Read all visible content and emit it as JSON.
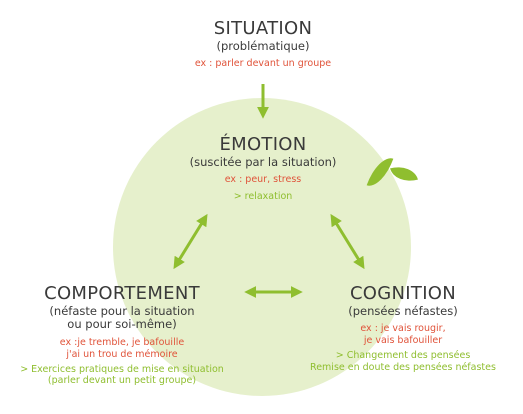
{
  "colors": {
    "circle": "#e6f0cc",
    "arrow": "#8fbe2f",
    "leaf": "#8fbe2f",
    "text": "#3a3a3a",
    "example": "#e0533a",
    "tip": "#8fbe2f"
  },
  "situation": {
    "title": "SITUATION",
    "subtitle": "(problématique)",
    "example": "ex : parler devant un groupe"
  },
  "emotion": {
    "title": "ÉMOTION",
    "subtitle": "(suscitée par la situation)",
    "example": "ex : peur, stress",
    "tip": "> relaxation"
  },
  "comportement": {
    "title": "COMPORTEMENT",
    "subtitle_line1": "(néfaste pour la situation",
    "subtitle_line2": "ou pour soi-même)",
    "example_line1": "ex :je tremble, je bafouille",
    "example_line2": "j'ai un trou de mémoire",
    "tip_line1": "> Exercices pratiques de mise en situation",
    "tip_line2": "(parler devant un petit groupe)"
  },
  "cognition": {
    "title": "COGNITION",
    "subtitle": "(pensées néfastes)",
    "example_line1": "ex : je vais rougir,",
    "example_line2": "je vais bafouiller",
    "tip_line1": "> Changement des pensées",
    "tip_line2": "Remise en doute des pensées néfastes"
  }
}
